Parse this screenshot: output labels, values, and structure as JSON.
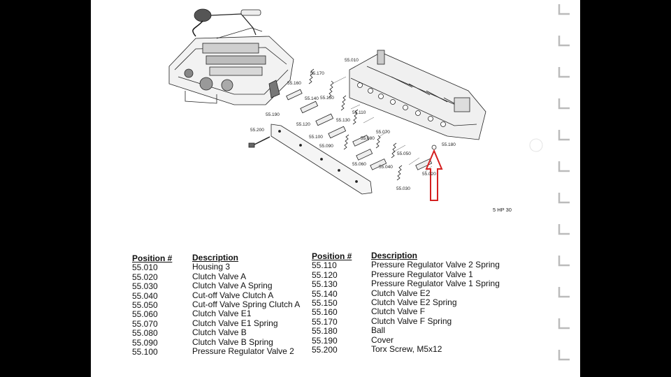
{
  "diagram": {
    "part_labels": [
      {
        "id": "55.010",
        "text": "55.010"
      },
      {
        "id": "55.170",
        "text": "55.170"
      },
      {
        "id": "55.160a",
        "text": "55.160"
      },
      {
        "id": "55.150",
        "text": "55.150"
      },
      {
        "id": "55.140",
        "text": "55.140"
      },
      {
        "id": "55.110",
        "text": "55.110"
      },
      {
        "id": "55.190",
        "text": "55.190"
      },
      {
        "id": "55.120",
        "text": "55.120"
      },
      {
        "id": "55.130",
        "text": "55.130"
      },
      {
        "id": "55.200",
        "text": "55.200"
      },
      {
        "id": "55.070",
        "text": "55.070"
      },
      {
        "id": "55.100",
        "text": "55.100"
      },
      {
        "id": "55.080",
        "text": "55.080"
      },
      {
        "id": "55.090",
        "text": "55.090"
      },
      {
        "id": "55.180",
        "text": "55.180"
      },
      {
        "id": "55.050",
        "text": "55.050"
      },
      {
        "id": "55.060",
        "text": "55.060"
      },
      {
        "id": "55.040",
        "text": "55.040"
      },
      {
        "id": "55.020",
        "text": "55.020"
      },
      {
        "id": "55.030",
        "text": "55.030"
      }
    ],
    "model_label": "5 HP 30",
    "arrow_color": "#d42020"
  },
  "parts_table": {
    "left": {
      "header_position": "Position #",
      "header_description": "Description",
      "rows": [
        {
          "position": "55.010",
          "description": "Housing 3"
        },
        {
          "position": "55.020",
          "description": "Clutch Valve A"
        },
        {
          "position": "55.030",
          "description": "Clutch Valve A Spring"
        },
        {
          "position": "55.040",
          "description": "Cut-off Valve Clutch A"
        },
        {
          "position": "55.050",
          "description": "Cut-off Valve Spring Clutch A"
        },
        {
          "position": "55.060",
          "description": "Clutch Valve E1"
        },
        {
          "position": "55.070",
          "description": "Clutch Valve E1 Spring"
        },
        {
          "position": "55.080",
          "description": "Clutch Valve B"
        },
        {
          "position": "55.090",
          "description": "Clutch Valve B Spring"
        },
        {
          "position": "55.100",
          "description": "Pressure Regulator Valve 2"
        }
      ]
    },
    "right": {
      "header_position": "Position #",
      "header_description": "Description",
      "rows": [
        {
          "position": "55.110",
          "description": "Pressure Regulator Valve 2 Spring"
        },
        {
          "position": "55.120",
          "description": "Pressure Regulator Valve 1"
        },
        {
          "position": "55.130",
          "description": "Pressure Regulator Valve 1 Spring"
        },
        {
          "position": "55.140",
          "description": "Clutch Valve E2"
        },
        {
          "position": "55.150",
          "description": "Clutch Valve E2 Spring"
        },
        {
          "position": "55.160",
          "description": "Clutch Valve F"
        },
        {
          "position": "55.170",
          "description": "Clutch Valve F Spring"
        },
        {
          "position": "55.180",
          "description": "Ball"
        },
        {
          "position": "55.190",
          "description": "Cover"
        },
        {
          "position": "55.200",
          "description": "Torx Screw, M5x12"
        }
      ]
    }
  }
}
